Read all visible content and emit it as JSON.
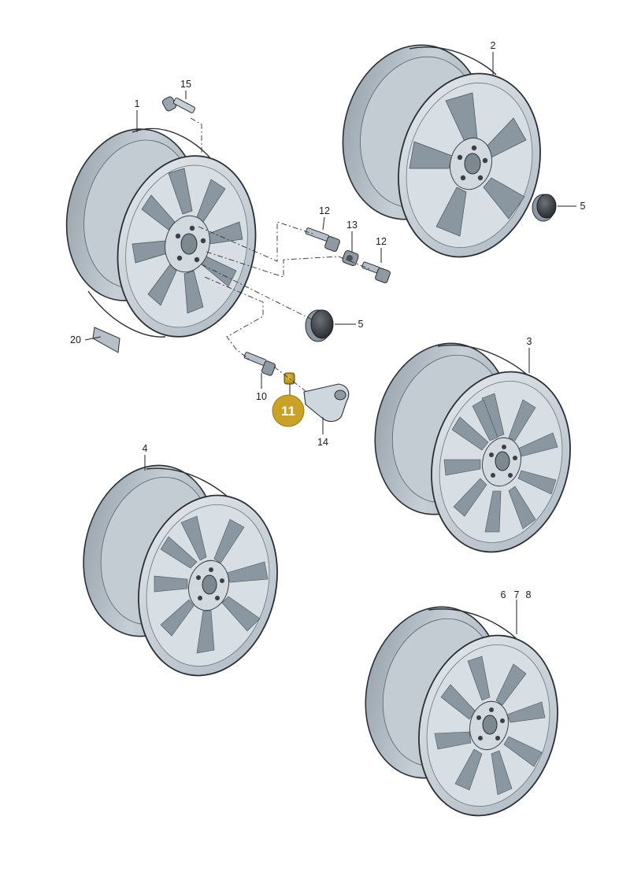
{
  "callouts": {
    "c1": "1",
    "c2": "2",
    "c3": "3",
    "c4": "4",
    "c5a": "5",
    "c5b": "5",
    "c6": "6",
    "c7": "7",
    "c8": "8",
    "c10": "10",
    "c11": "11",
    "c12a": "12",
    "c12b": "12",
    "c13": "13",
    "c14": "14",
    "c15": "15",
    "c20": "20"
  },
  "colors": {
    "rim_face": "#cdd6dd",
    "rim_barrel": "#b2bcc4",
    "rim_outline": "#2a2f33",
    "spoke_window": "#8a96a0",
    "cap_dark": "#3a4046",
    "highlight": "#c9a227"
  },
  "highlighted_part": "11",
  "icons": [
    "wheel-rim",
    "center-cap",
    "wheel-bolt",
    "valve",
    "nut",
    "sensor"
  ]
}
